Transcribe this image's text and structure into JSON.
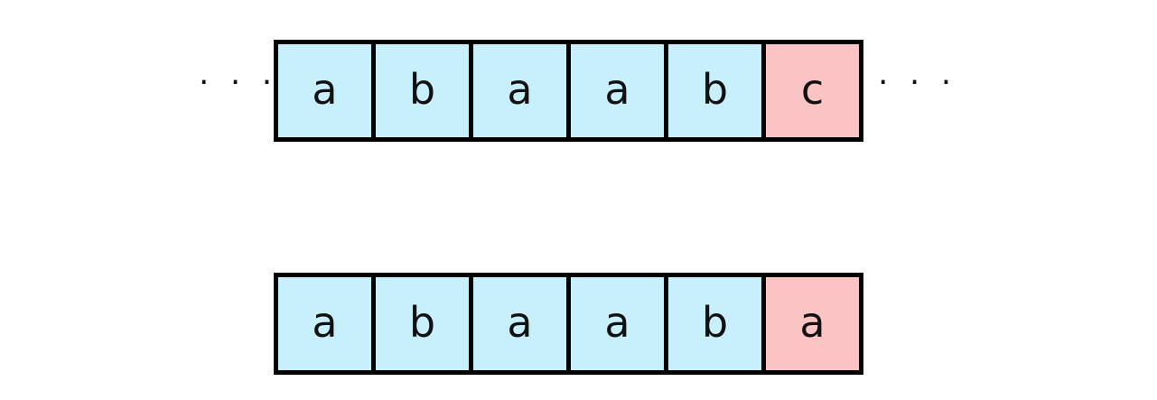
{
  "colors": {
    "matched": "#c8f0fc",
    "mismatch": "#fbc4c4",
    "border": "#000000"
  },
  "text_row": {
    "ellipsis_left": "· · ·",
    "cells": [
      "a",
      "b",
      "a",
      "a",
      "b",
      "c"
    ],
    "ellipsis_right": "· · ·"
  },
  "pattern_row": {
    "cells": [
      "a",
      "b",
      "a",
      "a",
      "b",
      "a"
    ]
  }
}
